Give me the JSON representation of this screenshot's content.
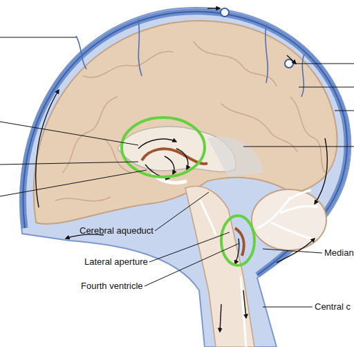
{
  "diagram": {
    "labels": [
      "Cerebral aqueduct",
      "Lateral aperture",
      "Fourth ventricle",
      "Median",
      "Central c"
    ]
  }
}
